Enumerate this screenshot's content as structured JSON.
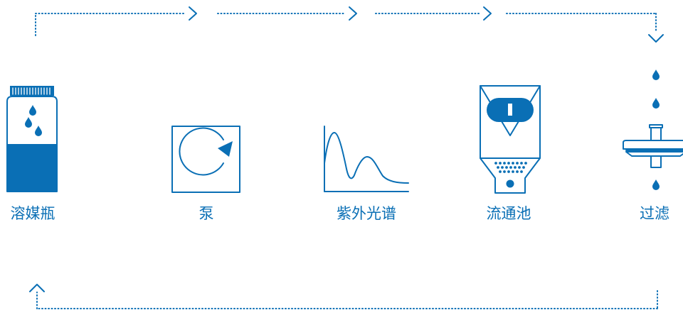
{
  "diagram": {
    "accent_color": "#0a6fb5",
    "steps": [
      {
        "label": "溶媒瓶",
        "icon": "solvent-bottle-icon"
      },
      {
        "label": "泵",
        "icon": "pump-icon"
      },
      {
        "label": "紫外光谱",
        "icon": "uv-spectrum-icon"
      },
      {
        "label": "流通池",
        "icon": "flow-cell-icon"
      },
      {
        "label": "过滤",
        "icon": "filter-icon"
      }
    ],
    "flow_top_arrows": 4,
    "flow_return_arrow": "up-arrow"
  }
}
